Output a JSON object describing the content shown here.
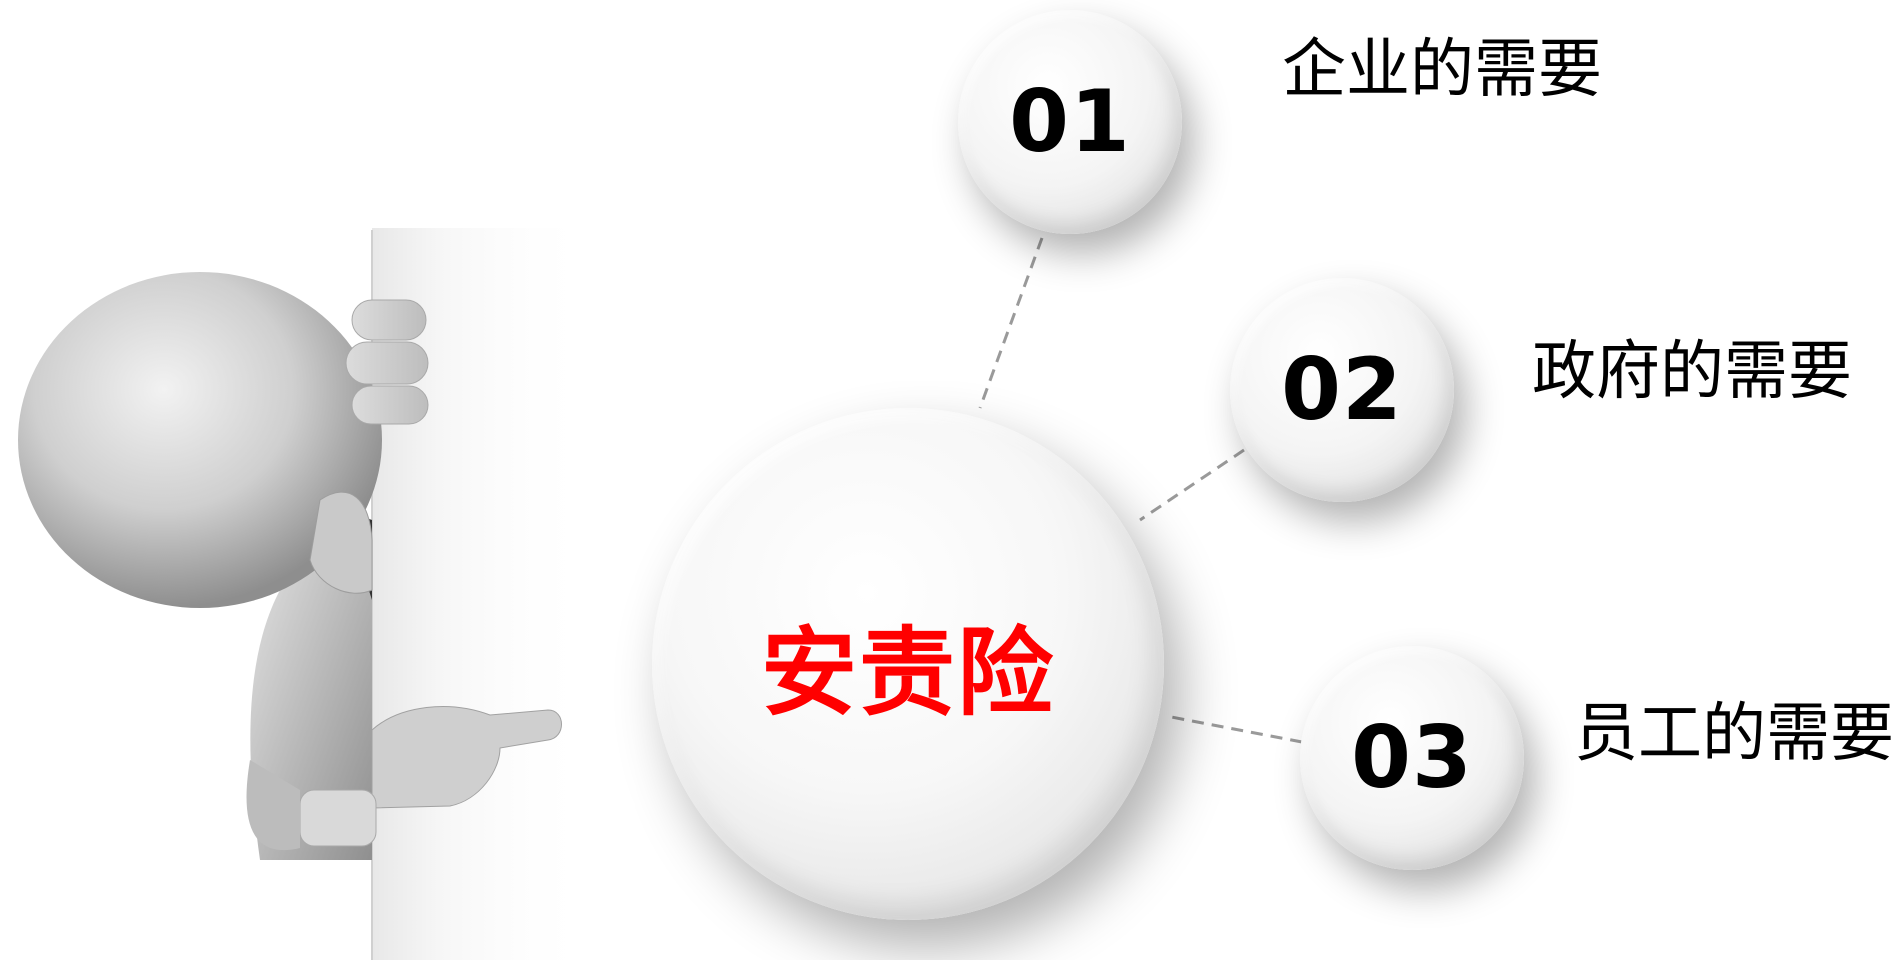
{
  "diagram": {
    "center": {
      "label": "安责险",
      "color": "#ff0000"
    },
    "items": [
      {
        "number": "01",
        "label": "企业的需要"
      },
      {
        "number": "02",
        "label": "政府的需要"
      },
      {
        "number": "03",
        "label": "员工的需要"
      }
    ]
  },
  "illustration": {
    "icon": "peeking-thinking-figure-icon"
  }
}
